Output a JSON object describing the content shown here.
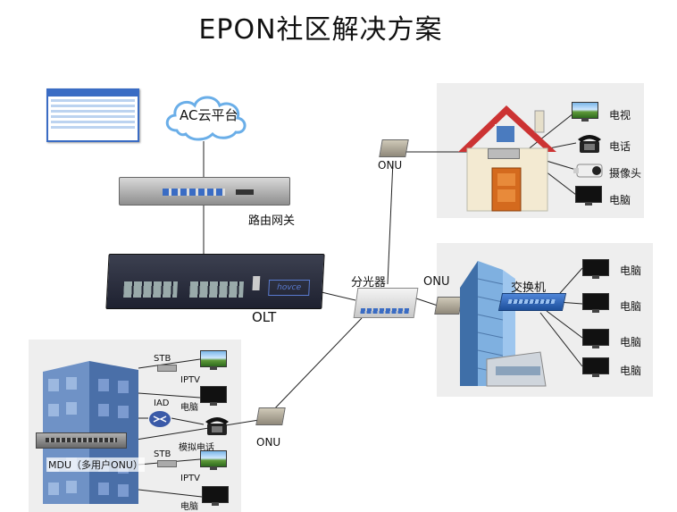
{
  "title": "EPON社区解决方案",
  "labels": {
    "cloud": "AC云平台",
    "router": "路由网关",
    "olt": "OLT",
    "splitter": "分光器",
    "onu_home": "ONU",
    "onu_office": "ONU",
    "onu_mdu": "ONU",
    "switch": "交换机",
    "mdu": "MDU（多用户ONU）"
  },
  "home_devices": [
    "电视",
    "电话",
    "摄像头",
    "电脑"
  ],
  "office_devices": [
    "电脑",
    "电脑",
    "电脑",
    "电脑"
  ],
  "mdu_devices": {
    "stb1": "STB",
    "iptv1": "IPTV",
    "pc1": "电脑",
    "iad": "IAD",
    "phone": "模拟电话",
    "stb2": "STB",
    "iptv2": "IPTV",
    "pc2": "电脑"
  },
  "olt_brand": "hovce",
  "colors": {
    "line": "#222222",
    "panel": "#eeeeee",
    "device_dark": "#2a2d3a",
    "port_blue": "#3a6cc4"
  }
}
